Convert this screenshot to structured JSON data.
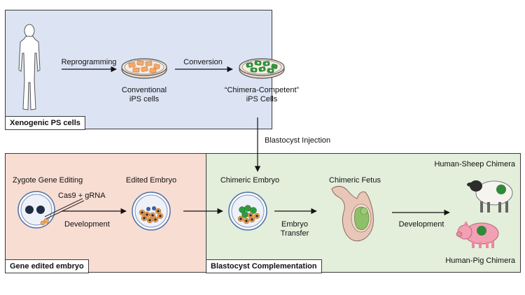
{
  "panels": {
    "xenogenic": {
      "label": "Xenogenic PS cells",
      "color": "#dce4f4"
    },
    "gene_edited": {
      "label": "Gene edited embryo",
      "color": "#f8ddd3"
    },
    "complementation": {
      "label": "Blastocyst Complementation",
      "color": "#e3eedb"
    }
  },
  "labels": {
    "reprogramming": "Reprogramming",
    "conversion": "Conversion",
    "conventional_line1": "Conventional",
    "conventional_line2": "iPS cells",
    "chimera_line1": "“Chimera-Competent”",
    "chimera_line2": "iPS Cells",
    "blastocyst_injection": "Blastocyst Injection",
    "zygote_gene_editing": "Zygote Gene Editing",
    "cas9_grna": "Cas9 + gRNA",
    "development_1": "Development",
    "edited_embryo": "Edited Embryo",
    "chimeric_embryo": "Chimeric Embryo",
    "embryo_transfer_line1": "Embryo",
    "embryo_transfer_line2": "Transfer",
    "chimeric_fetus": "Chimeric Fetus",
    "development_2": "Development",
    "human_sheep": "Human-Sheep Chimera",
    "human_pig": "Human-Pig Chimera"
  },
  "icons": [
    "human-silhouette-icon",
    "petri-dish-icon",
    "zygote-icon",
    "blastocyst-icon",
    "fetus-icon",
    "sheep-icon",
    "pig-icon"
  ]
}
